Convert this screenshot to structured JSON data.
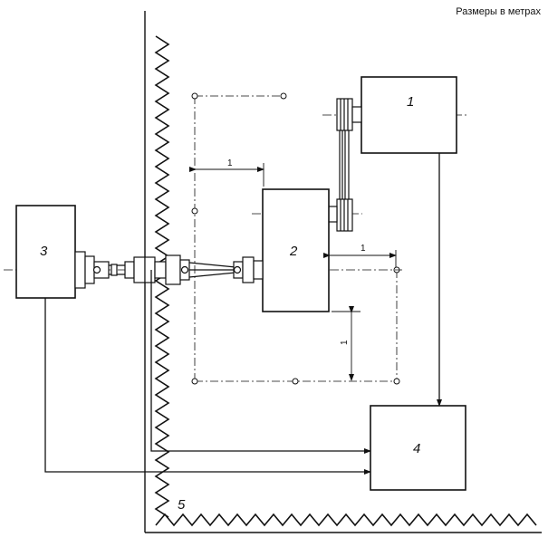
{
  "units_note": "Размеры в метрах",
  "components": [
    {
      "id": "1",
      "label": "1"
    },
    {
      "id": "2",
      "label": "2"
    },
    {
      "id": "3",
      "label": "3"
    },
    {
      "id": "4",
      "label": "4"
    }
  ],
  "wall_label": "5",
  "dimensions": {
    "top": "1",
    "right": "1",
    "vertical": "1"
  }
}
